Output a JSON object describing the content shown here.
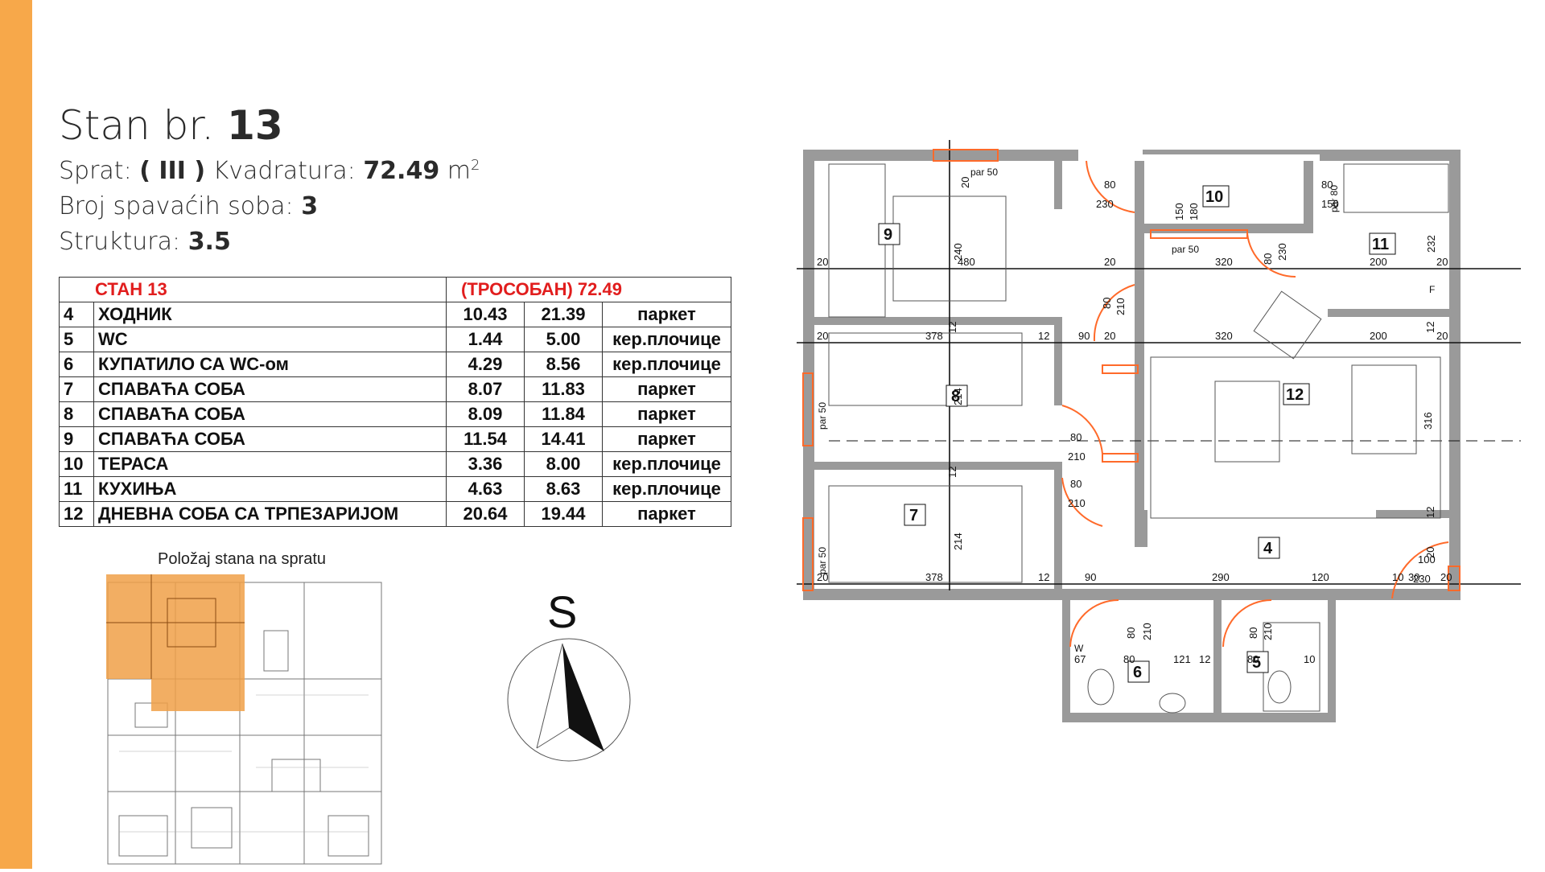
{
  "header": {
    "title_prefix": "Stan br.",
    "title_number": "13",
    "floor_label": "Sprat:",
    "floor_value": "( III )",
    "area_label": "Kvadratura:",
    "area_value": "72.49",
    "area_unit": "m",
    "area_sup": "2",
    "bedrooms_label": "Broj spavaćih soba:",
    "bedrooms_value": "3",
    "structure_label": "Struktura:",
    "structure_value": "3.5"
  },
  "table": {
    "header_left": "СТАН 13",
    "header_right": "(ТРОСОБАН) 72.49",
    "rows": [
      {
        "num": "4",
        "name": "ХОДНИК",
        "a1": "10.43",
        "a2": "21.39",
        "floor": "паркет"
      },
      {
        "num": "5",
        "name": "WC",
        "a1": "1.44",
        "a2": "5.00",
        "floor": "кер.плочице"
      },
      {
        "num": "6",
        "name": "КУПАТИЛО СА WC-ом",
        "a1": "4.29",
        "a2": "8.56",
        "floor": "кер.плочице"
      },
      {
        "num": "7",
        "name": "СПАВАЋА СОБА",
        "a1": "8.07",
        "a2": "11.83",
        "floor": "паркет"
      },
      {
        "num": "8",
        "name": "СПАВАЋА СОБА",
        "a1": "8.09",
        "a2": "11.84",
        "floor": "паркет"
      },
      {
        "num": "9",
        "name": "СПАВАЋА СОБА",
        "a1": "11.54",
        "a2": "14.41",
        "floor": "паркет"
      },
      {
        "num": "10",
        "name": "ТЕРАСА",
        "a1": "3.36",
        "a2": "8.00",
        "floor": "кер.плочице"
      },
      {
        "num": "11",
        "name": "КУХИЊА",
        "a1": "4.63",
        "a2": "8.63",
        "floor": "кер.плочице"
      },
      {
        "num": "12",
        "name": "ДНЕВНА СОБА СА ТРПЕЗАРИЈОМ",
        "a1": "20.64",
        "a2": "19.44",
        "floor": "паркет"
      }
    ]
  },
  "location": {
    "label": "Položaj stana na spratu"
  },
  "compass": {
    "letter": "S"
  },
  "plan": {
    "room_labels": [
      "9",
      "10",
      "11",
      "8",
      "12",
      "7",
      "4",
      "6",
      "5"
    ],
    "dims_top": [
      "20",
      "480",
      "20",
      "320",
      "200",
      "20"
    ],
    "dims_mid": [
      "20",
      "378",
      "12",
      "90",
      "20",
      "320",
      "200",
      "20"
    ],
    "dims_bot": [
      "20",
      "378",
      "12",
      "90",
      "290",
      "120",
      "10",
      "30",
      "20"
    ],
    "vert_dims": [
      "240",
      "214",
      "214",
      "316",
      "232",
      "150",
      "180",
      "230",
      "12",
      "12",
      "12",
      "12",
      "20",
      "20"
    ],
    "door_80": [
      "80",
      "80",
      "80",
      "80",
      "80",
      "80",
      "80",
      "80"
    ],
    "door_210": [
      "210",
      "210",
      "210",
      "210",
      "210"
    ],
    "door_230": [
      "230",
      "230"
    ],
    "door_150": "150",
    "door_100": "100",
    "parapet": [
      "par 50",
      "par 50",
      "par 80",
      "par 50",
      "par 50"
    ],
    "bath_dims": [
      "67",
      "121",
      "12",
      "10",
      "80",
      "80"
    ],
    "wc_letter": "W",
    "fridge_letter": "F"
  }
}
